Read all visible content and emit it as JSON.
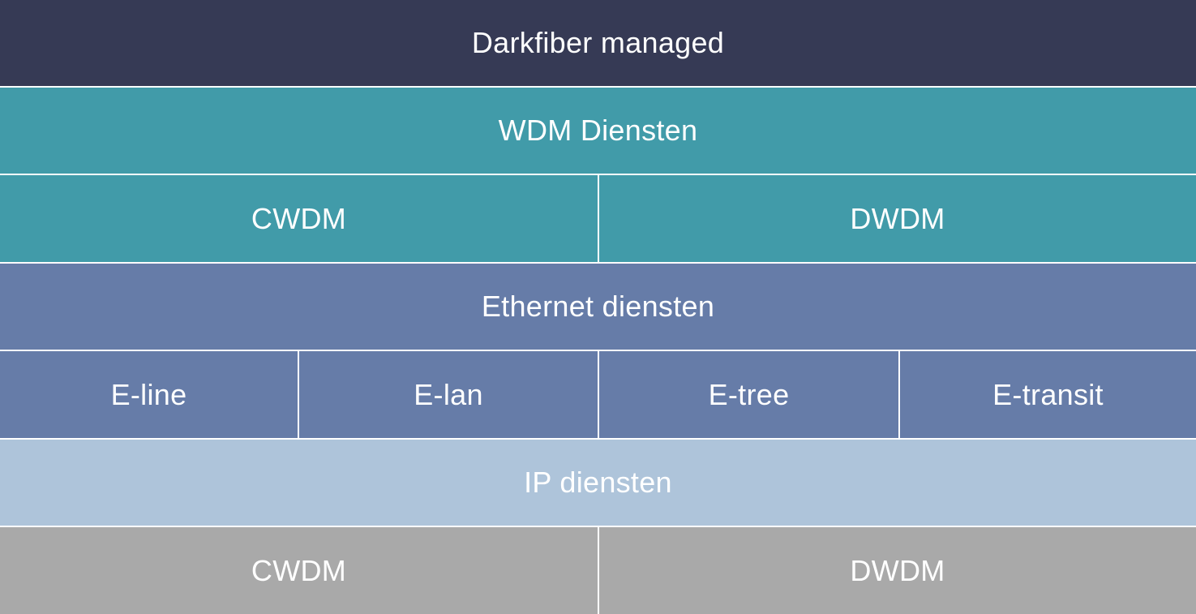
{
  "colors": {
    "darkfiber": "#363a55",
    "wdm": "#419ba9",
    "ethernet": "#667ca8",
    "ip": "#aec4da",
    "darkfiber_base": "#a9a9a9",
    "text": "#ffffff",
    "divider": "#ffffff"
  },
  "layers": [
    {
      "label": "Darkfiber managed"
    },
    {
      "label": "WDM Diensten"
    },
    {
      "items": [
        "CWDM",
        "DWDM"
      ]
    },
    {
      "label": "Ethernet diensten"
    },
    {
      "items": [
        "E-line",
        "E-lan",
        "E-tree",
        "E-transit"
      ]
    },
    {
      "label": "IP diensten"
    },
    {
      "items": [
        "CWDM",
        "DWDM"
      ]
    }
  ]
}
